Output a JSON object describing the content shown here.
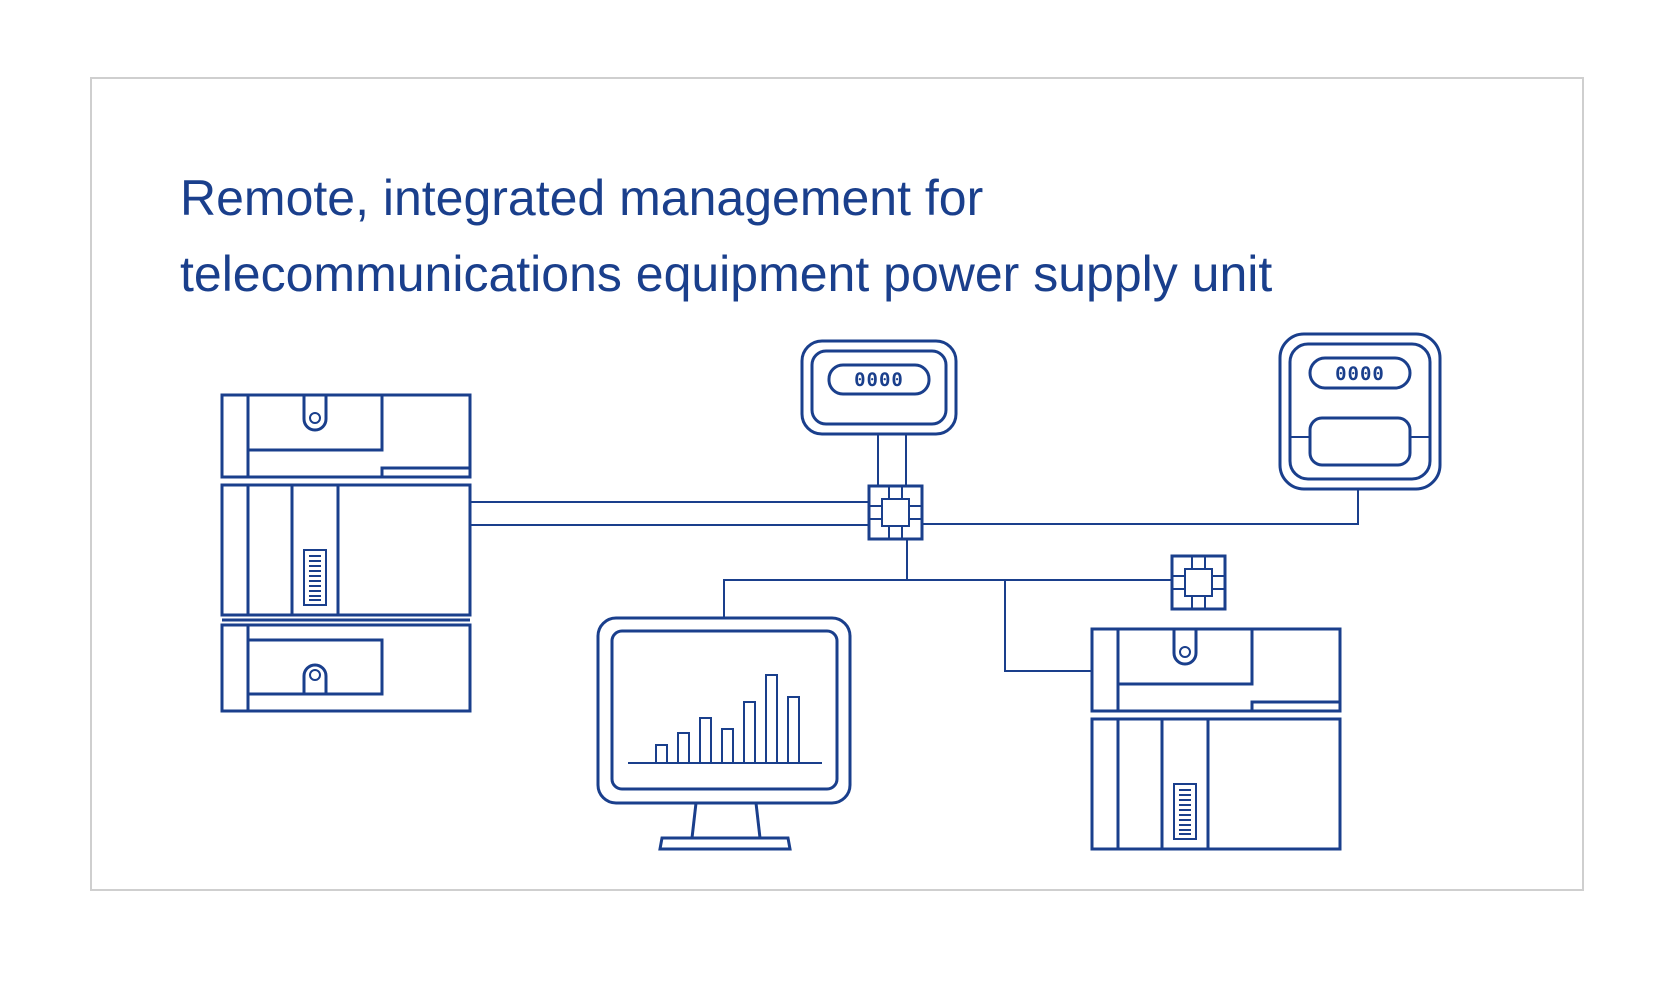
{
  "title": {
    "line1": "Remote, integrated management for",
    "line2": "telecommunications equipment power supply unit"
  },
  "meter_left": {
    "display": "0000"
  },
  "meter_right": {
    "display": "0000"
  },
  "monitor_chart": {
    "bar_levels": [
      0.18,
      0.3,
      0.45,
      0.34,
      0.61,
      0.88,
      0.66
    ]
  },
  "colors": {
    "line": "#1a3f8c",
    "frame": "#cfcfcf",
    "background": "#ffffff"
  }
}
